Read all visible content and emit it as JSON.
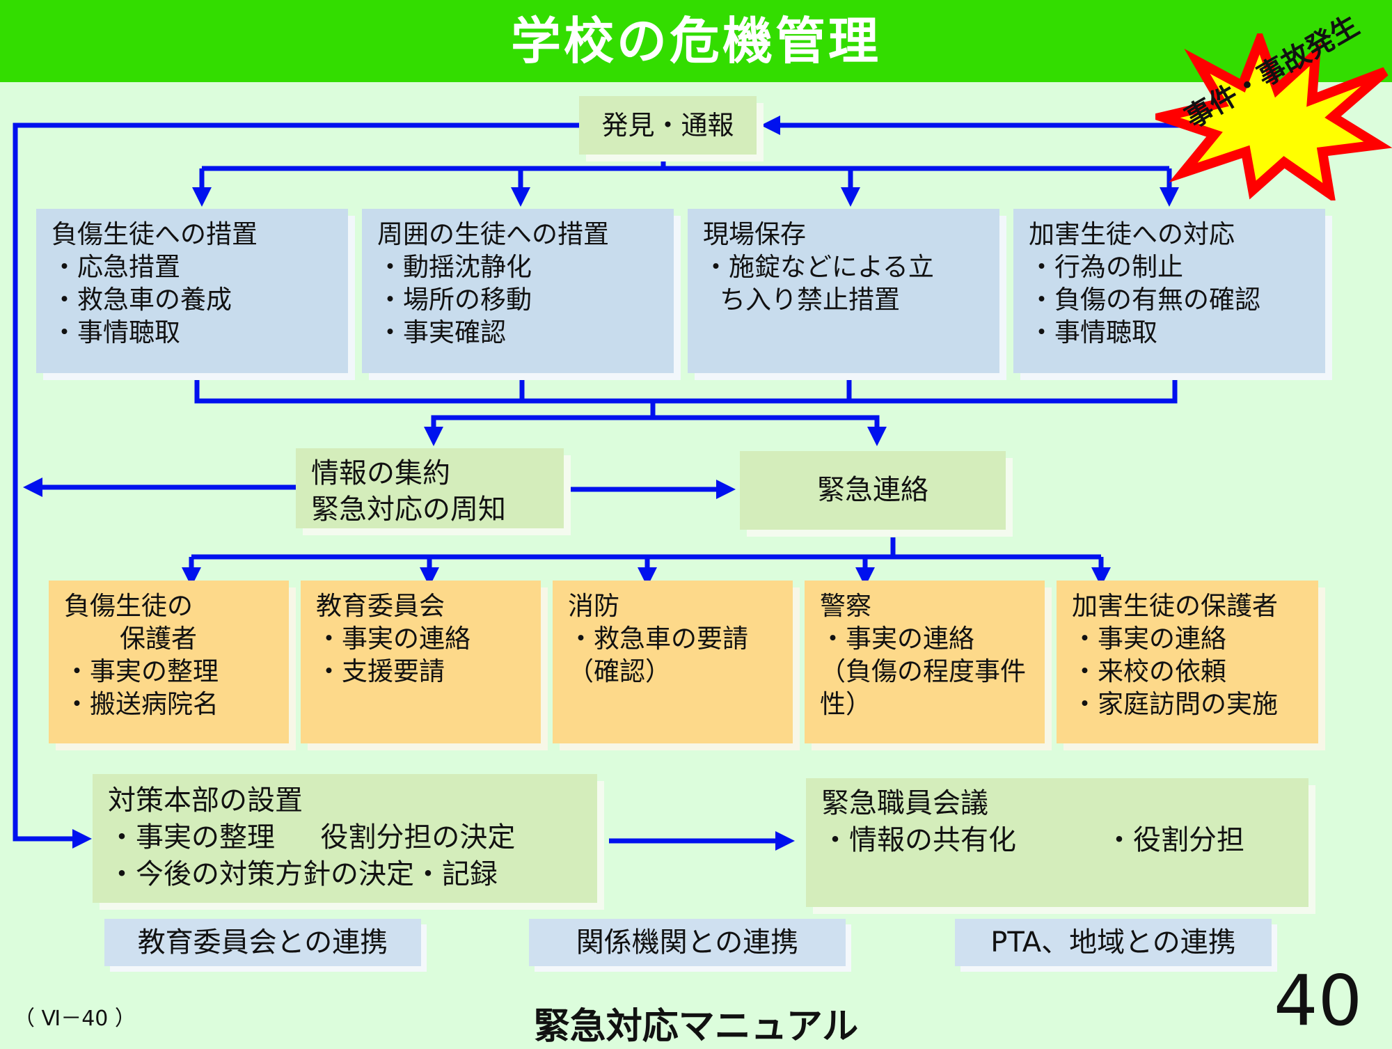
{
  "title": "学校の危機管理",
  "incident_label": "事件・事故発生",
  "discover": "発見・通報",
  "top_boxes": [
    {
      "title": "負傷生徒への措置",
      "lines": [
        "・応急措置",
        "・救急車の養成",
        "・事情聴取"
      ]
    },
    {
      "title": "周囲の生徒への措置",
      "lines": [
        "・動揺沈静化",
        "・場所の移動",
        "・事実確認"
      ]
    },
    {
      "title": "現場保存",
      "lines": [
        "・施錠などによる立",
        "ち入り禁止措置"
      ]
    },
    {
      "title": "加害生徒への対応",
      "lines": [
        "・行為の制止",
        "・負傷の有無の確認",
        "・事情聴取"
      ]
    }
  ],
  "info": {
    "line1": "情報の集約",
    "line2": "緊急対応の周知"
  },
  "emergency": "緊急連絡",
  "contacts": [
    {
      "lines": [
        "負傷生徒の",
        "保護者",
        "・事実の整理",
        "・搬送病院名"
      ]
    },
    {
      "lines": [
        "教育委員会",
        "・事実の連絡",
        "・支援要請"
      ]
    },
    {
      "lines": [
        "消防",
        "・救急車の要請",
        "（確認）"
      ]
    },
    {
      "lines": [
        "警察",
        "・事実の連絡",
        "（負傷の程度事件",
        "性）"
      ]
    },
    {
      "lines": [
        "加害生徒の保護者",
        "・事実の連絡",
        "・来校の依頼",
        "・家庭訪問の実施"
      ]
    }
  ],
  "hq": {
    "title": "対策本部の設置",
    "line1": "・事実の整理　  役割分担の決定",
    "line2": "・今後の対策方針の決定・記録"
  },
  "staff": {
    "title": "緊急職員会議",
    "line1": "・情報の共有化",
    "line2": "・役割分担"
  },
  "liaisons": [
    "教育委員会との連携",
    "関係機関との連携",
    "PTA、地域との連携"
  ],
  "footer": {
    "left": "（ Ⅵ－40 ）",
    "center": "緊急対応マニュアル",
    "page": "40"
  },
  "colors": {
    "arrow": "#0011ee",
    "title_bg": "#33dd00",
    "page_bg": "#dcfddc",
    "burst_fill": "#ffff00",
    "burst_stroke": "#ff0000"
  }
}
